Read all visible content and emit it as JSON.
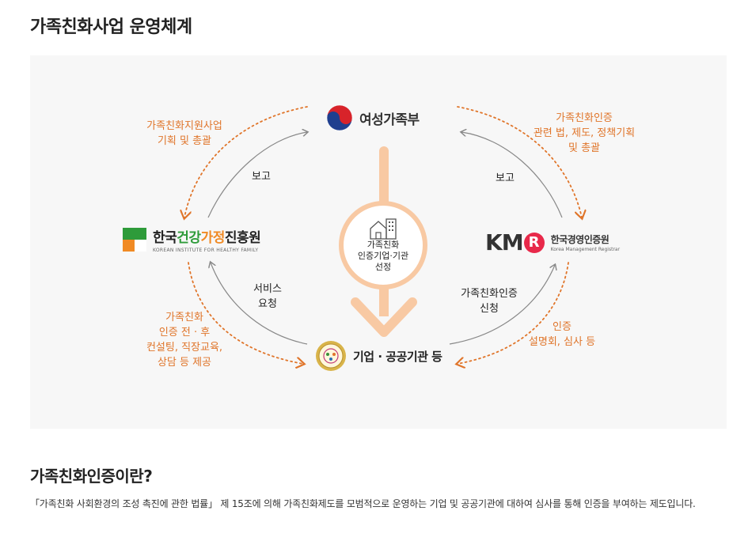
{
  "page": {
    "title": "가족친화사업 운영체계",
    "section_title": "가족친화인증이란?",
    "description": "「가족친화 사회환경의 조성 촉진에 관한 법률」 제 15조에 의해 가족친화제도를 모범적으로 운영하는 기업 및 공공기관에 대하여 심사를 통해 인증을 부여하는 제도입니다."
  },
  "diagram": {
    "nodes": {
      "mogef": {
        "name": "여성가족부"
      },
      "khf": {
        "name_part1": "한국",
        "name_part2": "건강",
        "name_part3": "가정",
        "name_part4": "진흥원",
        "subtitle": "KOREAN INSTITUTE FOR HEALTHY FAMILY"
      },
      "kmr": {
        "logo_km": "KM",
        "logo_r": "R",
        "name": "한국경영인증원",
        "subtitle": "Korea Management Registrar"
      },
      "enterprise": {
        "name": "기업 · 공공기관 등"
      }
    },
    "center": {
      "line1": "가족친화",
      "line2": "인증기업·기관",
      "line3": "선정"
    },
    "labels": {
      "top_left_orange": [
        "가족친화지원사업",
        "기획 및 총괄"
      ],
      "top_right_orange": [
        "가족친화인증",
        "관련 법, 제도, 정책기획",
        "및 총괄"
      ],
      "report_left": "보고",
      "report_right": "보고",
      "service_request": [
        "서비스",
        "요청"
      ],
      "cert_apply": [
        "가족친화인증",
        "신청"
      ],
      "bottom_left_orange": [
        "가족친화",
        "인증 전 · 후",
        "컨설팅, 직장교육,",
        "상담 등 제공"
      ],
      "bottom_right_orange": [
        "인증",
        "설명회, 심사 등"
      ]
    },
    "colors": {
      "orange": "#e0752a",
      "center_arrow": "#f8c9a3",
      "gray_line": "#888888",
      "khf_green": "#2e9b3a",
      "khf_orange": "#f08a24",
      "kmr_red": "#e8294a",
      "background": "#f7f7f7"
    }
  }
}
